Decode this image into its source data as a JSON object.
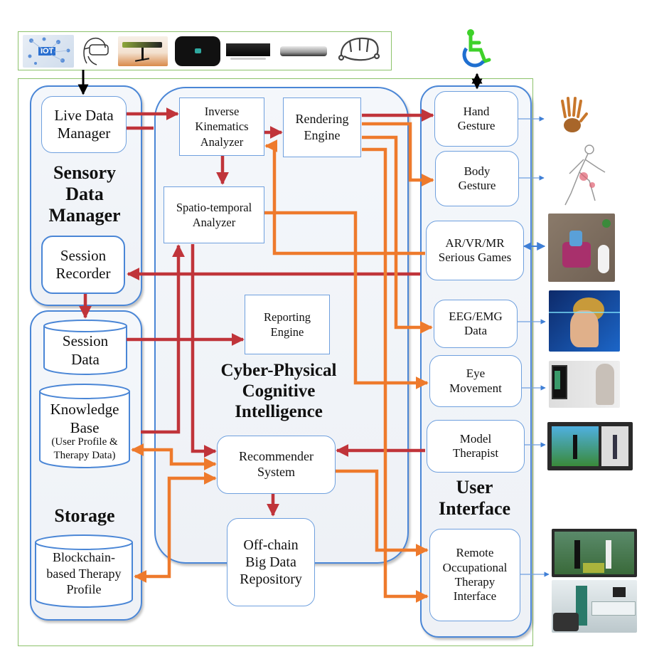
{
  "devices": {
    "items": [
      {
        "name": "iot-devices",
        "label": "IOT"
      },
      {
        "name": "vr-headset"
      },
      {
        "name": "depth-camera-tripod"
      },
      {
        "name": "sensor-puck"
      },
      {
        "name": "kinect-sensor"
      },
      {
        "name": "leap-motion"
      },
      {
        "name": "eeg-headset"
      }
    ]
  },
  "groups": {
    "sensory": {
      "title": "Sensory\nData\nManager",
      "live_data_manager": "Live Data\nManager",
      "session_recorder": "Session\nRecorder"
    },
    "storage": {
      "title": "Storage",
      "session_data": "Session\nData",
      "knowledge_base_title": "Knowledge\nBase",
      "knowledge_base_sub": "(User Profile &\nTherapy Data)",
      "blockchain_profile": "Blockchain-\nbased Therapy\nProfile"
    },
    "cpci": {
      "title": "Cyber-Physical\nCognitive\nIntelligence",
      "inverse_kinematics": "Inverse\nKinematics\nAnalyzer",
      "rendering_engine": "Rendering\nEngine",
      "spatio_temporal": "Spatio-temporal\nAnalyzer",
      "reporting_engine": "Reporting\nEngine",
      "recommender": "Recommender\nSystem",
      "offchain_repo": "Off-chain\nBig Data\nRepository"
    },
    "ui": {
      "title": "User\nInterface",
      "hand_gesture": "Hand\nGesture",
      "body_gesture": "Body\nGesture",
      "ar_vr_games": "AR/VR/MR\nSerious Games",
      "eeg_emg": "EEG/EMG\nData",
      "eye_movement": "Eye\nMovement",
      "model_therapist": "Model\nTherapist",
      "remote_ot": "Remote\nOccupational\nTherapy\nInterface"
    }
  },
  "illustrations": [
    "hand-skeleton",
    "running-body-anatomy",
    "vr-patient-with-robot",
    "brain-waves-head",
    "eye-tracker-monitor",
    "therapist-avatar-game",
    "ot-game-and-smart-lab"
  ],
  "colors": {
    "red_arrow": "#c0343a",
    "orange_arrow": "#ee7a2c",
    "group_border": "#4a86d6",
    "frame_green": "#8cc26b",
    "wheelchair_green": "#3fd12a",
    "wheelchair_blue": "#1f6fd0"
  }
}
